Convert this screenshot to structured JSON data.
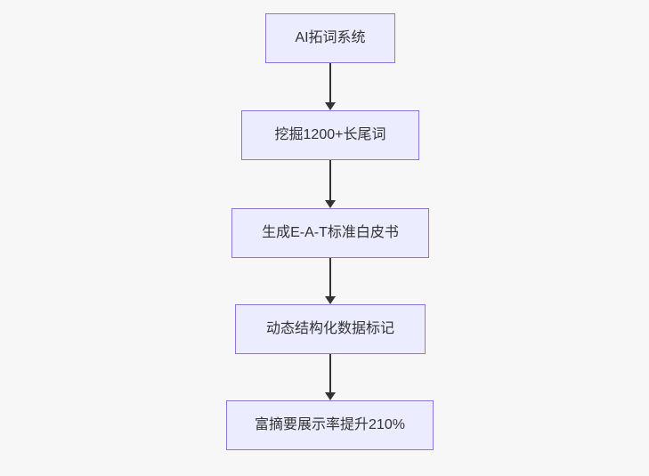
{
  "diagram": {
    "type": "flowchart",
    "direction": "top-down",
    "colors": {
      "background": "#f7f7f7",
      "node_fill": "#ececff",
      "node_border": "#9370db",
      "arrow": "#333333",
      "text": "#333333"
    },
    "nodes": [
      {
        "label": "AI拓词系统"
      },
      {
        "label": "挖掘1200+长尾词"
      },
      {
        "label": "生成E-A-T标准白皮书"
      },
      {
        "label": "动态结构化数据标记"
      },
      {
        "label": "富摘要展示率提升210%"
      }
    ],
    "edges": [
      {
        "from": "AI拓词系统",
        "to": "挖掘1200+长尾词"
      },
      {
        "from": "挖掘1200+长尾词",
        "to": "生成E-A-T标准白皮书"
      },
      {
        "from": "生成E-A-T标准白皮书",
        "to": "动态结构化数据标记"
      },
      {
        "from": "动态结构化数据标记",
        "to": "富摘要展示率提升210%"
      }
    ]
  }
}
